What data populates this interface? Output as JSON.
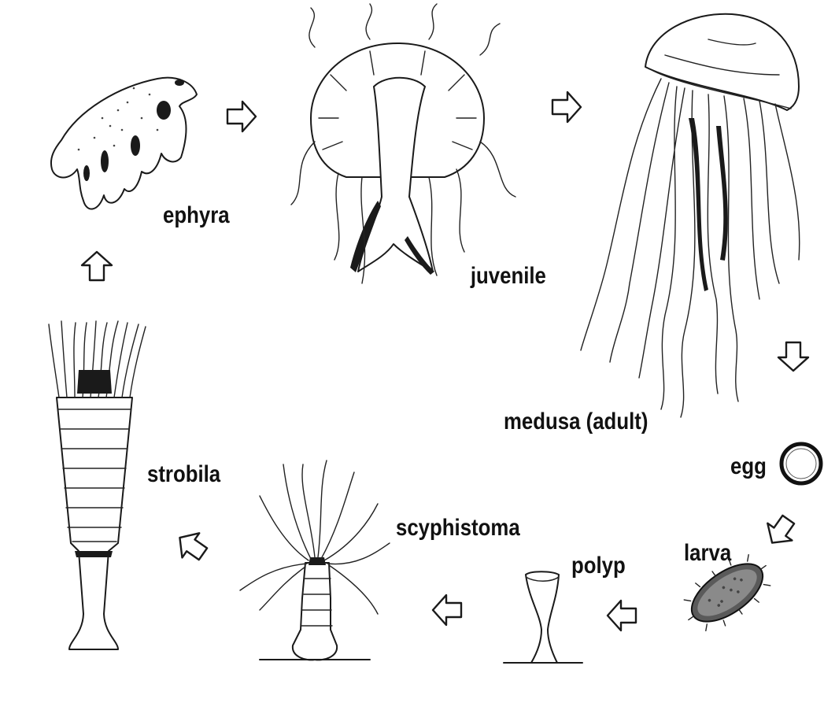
{
  "labels": {
    "ephyra": "ephyra",
    "juvenile": "juvenile",
    "medusa": "medusa (adult)",
    "egg": "egg",
    "larva": "larva",
    "polyp": "polyp",
    "scyphistoma": "scyphistoma",
    "strobila": "strobila"
  }
}
